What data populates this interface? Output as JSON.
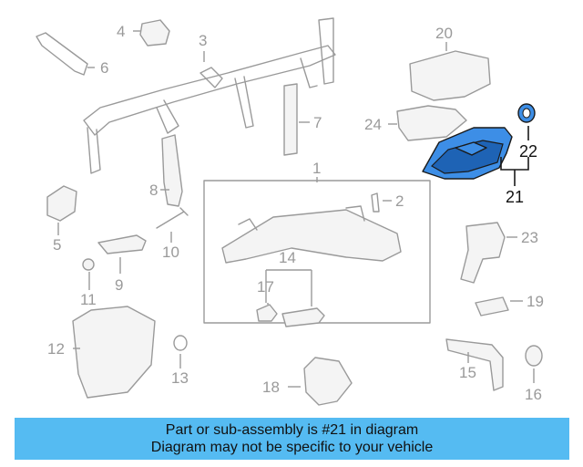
{
  "banner": {
    "line1": "Part or sub-assembly is #21 in diagram",
    "line2": "Diagram may not be specific to your vehicle"
  },
  "callouts": {
    "c1": "1",
    "c2": "2",
    "c3": "3",
    "c4": "4",
    "c5": "5",
    "c6": "6",
    "c7": "7",
    "c8": "8",
    "c9": "9",
    "c10": "10",
    "c11": "11",
    "c12": "12",
    "c13": "13",
    "c14": "14",
    "c15": "15",
    "c16": "16",
    "c17": "17",
    "c18": "18",
    "c19": "19",
    "c20": "20",
    "c21": "21",
    "c22": "22",
    "c23": "23",
    "c24": "24"
  },
  "colors": {
    "highlight_fill": "#3d8ee6",
    "banner_bg": "#55bbf2",
    "line_gray": "#9a9a9a"
  }
}
